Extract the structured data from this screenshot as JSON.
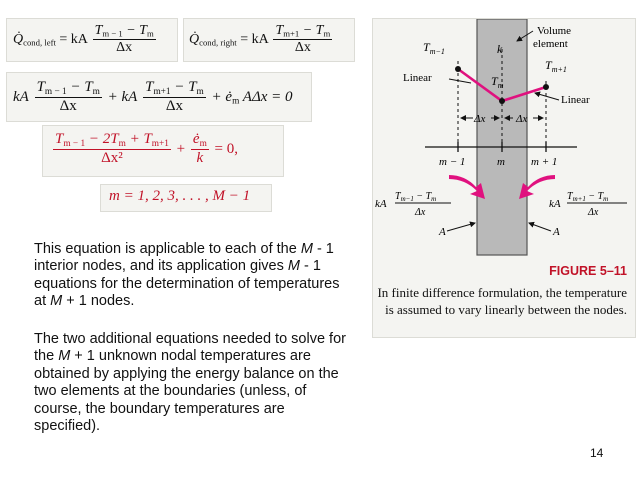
{
  "equations": {
    "q_left": {
      "qlabel": "Q̇",
      "sub": "cond, left",
      "eq": "= kA",
      "num_a": "T",
      "num_a_sub": "m − 1",
      "num_minus": " − T",
      "num_b_sub": "m",
      "den": "Δx"
    },
    "q_right": {
      "qlabel": "Q̇",
      "sub": "cond, right",
      "eq": "= kA",
      "num_a": "T",
      "num_a_sub": "m+1",
      "num_minus": " − T",
      "num_b_sub": "m",
      "den": "Δx"
    },
    "balance": {
      "kA1": "kA",
      "plus1": "+ kA",
      "plus2": "+ ė",
      "e_sub": "m",
      "tail": " AΔx = 0",
      "num1_a": "T",
      "num1_a_sub": "m − 1",
      "num1_rest": " − T",
      "num1_b_sub": "m",
      "num2_a": "T",
      "num2_a_sub": "m+1",
      "num2_rest": " − T",
      "num2_b_sub": "m",
      "den": "Δx"
    },
    "diff": {
      "num_a": "T",
      "num_a_sub": "m − 1",
      "num_mid": " − 2T",
      "num_mid_sub": "m",
      "num_plus": " + T",
      "num_c_sub": "m+1",
      "den": "Δx²",
      "plus": "+",
      "e_num": "ė",
      "e_sub": "m",
      "e_den": "k",
      "tail": "= 0,"
    },
    "range": "m = 1, 2, 3, . . . , M − 1"
  },
  "paragraphs": {
    "p1": {
      "a": "This equation is applicable to each of the ",
      "m1": "M",
      "b": " - 1 interior nodes, and its application gives ",
      "m2": "M",
      "c": " - 1 equations for the determination of temperatures at ",
      "m3": "M",
      "d": " + 1 nodes."
    },
    "p2": {
      "a": "The two additional equations needed to solve for the ",
      "m1": "M",
      "b": " + 1 unknown nodal temperatures are obtained by applying the energy balance on the two elements at the boundaries (unless, of course, the boundary temperatures are specified)."
    }
  },
  "figure": {
    "labels": {
      "t_m_minus_1": "T",
      "t_m_minus_1_sub": "m−1",
      "k": "k",
      "volume_element": [
        "Volume",
        "element"
      ],
      "t_m_plus_1": "T",
      "t_m_plus_1_sub": "m+1",
      "linear_left": "Linear",
      "t_m": "T",
      "t_m_sub": "m",
      "linear_right": "Linear",
      "dx1": "Δx",
      "dx2": "Δx",
      "node_m_minus_1": "m − 1",
      "node_m": "m",
      "node_m_plus_1": "m + 1",
      "flux_left_kA": "kA",
      "flux_left_num": "T",
      "flux_left_num_sub": "m−1",
      "flux_left_num_rest": " − T",
      "flux_left_num_rest_sub": "m",
      "flux_left_den": "Δx",
      "flux_right_kA": "kA",
      "flux_right_num": "T",
      "flux_right_num_sub": "m+1",
      "flux_right_num_rest": " − T",
      "flux_right_num_rest_sub": "m",
      "flux_right_den": "Δx",
      "area_left": "A",
      "area_right": "A"
    },
    "title": "FIGURE 5–11",
    "caption": "In finite difference formulation, the temperature is assumed to vary linearly between the nodes."
  },
  "page_number": "14",
  "colors": {
    "accent": "#c11228",
    "magenta": "#e0117f",
    "panel": "#f4f4f1",
    "element": "#b9b9b9"
  }
}
